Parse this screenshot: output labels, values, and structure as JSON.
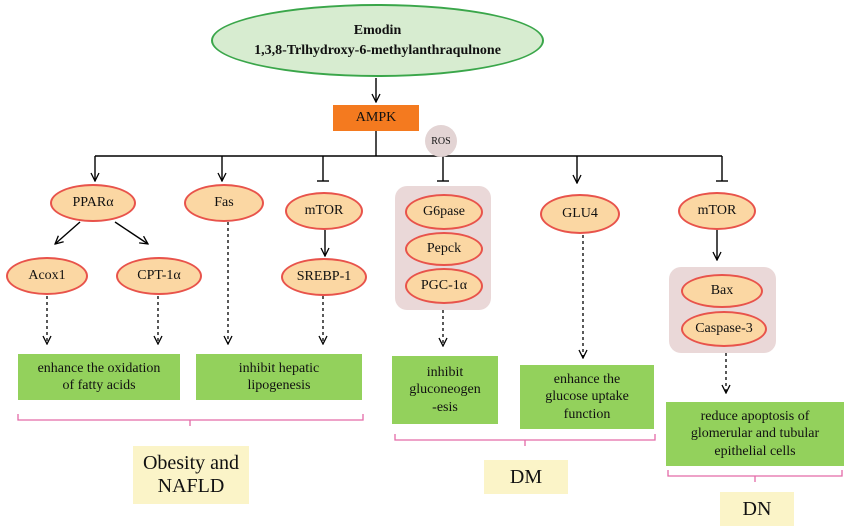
{
  "title": {
    "line1": "Emodin",
    "line2": "1,3,8-Trlhydroxy-6-methylanthraqulnone"
  },
  "ampk": "AMPK",
  "ros": "ROS",
  "nodes": {
    "ppara": "PPARα",
    "fas": "Fas",
    "mtor1": "mTOR",
    "g6pase": "G6pase",
    "pepck": "Pepck",
    "pgc1a": "PGC-1α",
    "glu4": "GLU4",
    "mtor2": "mTOR",
    "acox1": "Acox1",
    "cpt1a": "CPT-1α",
    "srebp1": "SREBP-1",
    "bax": "Bax",
    "caspase3": "Caspase-3"
  },
  "effects": {
    "oxidation": {
      "line1": "enhance the oxidation",
      "line2": "of fatty acids"
    },
    "lipogenesis": {
      "line1": "inhibit hepatic",
      "line2": "lipogenesis"
    },
    "gluconeogenesis": {
      "line1": "inhibit",
      "line2": "gluconeogen",
      "line3": "-esis"
    },
    "glucose_uptake": {
      "line1": "enhance the",
      "line2": "glucose uptake",
      "line3": "function"
    },
    "apoptosis": {
      "line1": "reduce apoptosis of",
      "line2": "glomerular and tubular",
      "line3": "epithelial cells"
    }
  },
  "diseases": {
    "obesity": {
      "line1": "Obesity and",
      "line2": "NAFLD"
    },
    "dm": "DM",
    "dn": "DN"
  },
  "colors": {
    "title_fill": "#d7ecd0",
    "title_border": "#3aa64a",
    "ampk_fill": "#f47a1f",
    "node_fill": "#fbd7a3",
    "node_border": "#e8534b",
    "effect_fill": "#93d15c",
    "group_fill": "#ead8d8",
    "disease_fill": "#fbf4c8",
    "bracket": "#e36aa8"
  }
}
